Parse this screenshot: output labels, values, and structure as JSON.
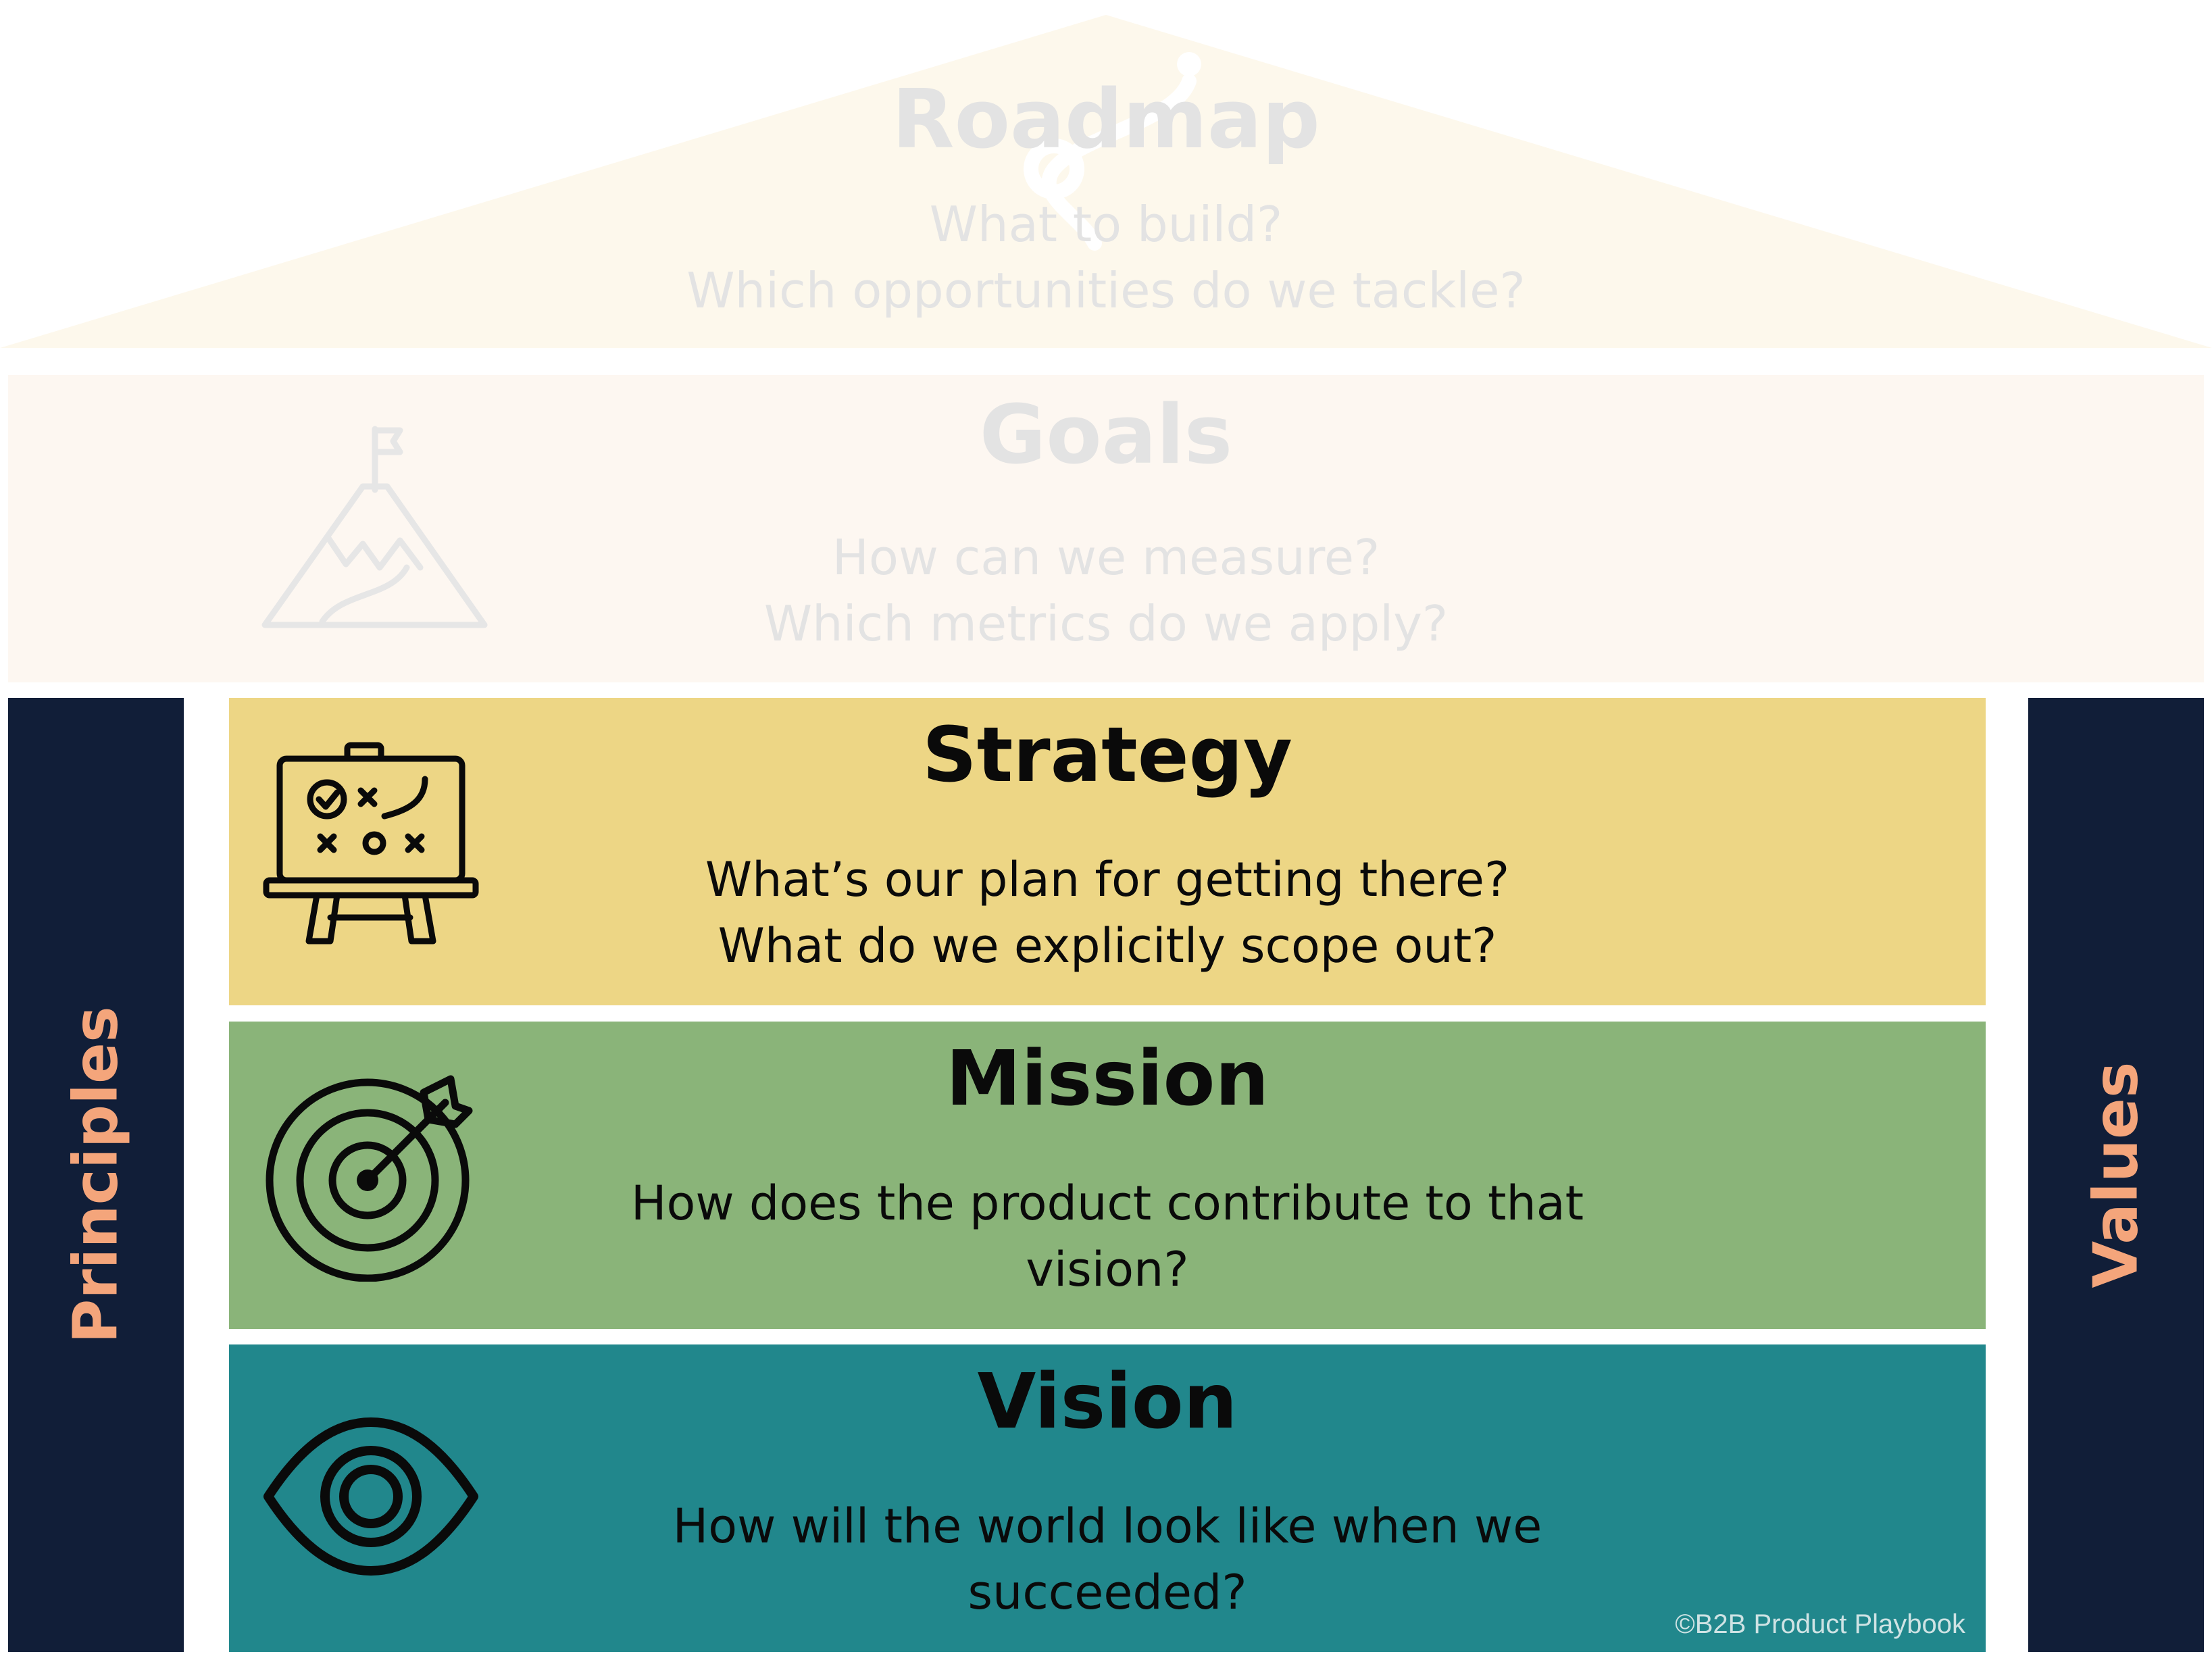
{
  "roof": {
    "title": "Roadmap",
    "line1": "What to build?",
    "line2": "Which opportunities do we tackle?"
  },
  "goals": {
    "title": "Goals",
    "line1": "How can we measure?",
    "line2": "Which metrics do we apply?",
    "icon": "mountain-flag-icon"
  },
  "pillars": {
    "left": "Principles",
    "right": "Values"
  },
  "layers": {
    "strategy": {
      "title": "Strategy",
      "line1": "What’s our plan for getting there?",
      "line2": "What do we explicitly scope out?",
      "icon": "strategy-board-icon"
    },
    "mission": {
      "title": "Mission",
      "line1": "How does the product contribute to that",
      "line2": "vision?",
      "icon": "target-icon"
    },
    "vision": {
      "title": "Vision",
      "line1": "How will the world look like when we",
      "line2": "succeeded?",
      "icon": "eye-icon"
    }
  },
  "copyright": "©B2B Product Playbook",
  "colors": {
    "roof": "#FDF8EC",
    "goals": "#FDF7F1",
    "strategy": "#EDD685",
    "mission": "#8AB479",
    "vision": "#21878C",
    "pillar": "#111E38",
    "pillar_text": "#F4A57B"
  }
}
